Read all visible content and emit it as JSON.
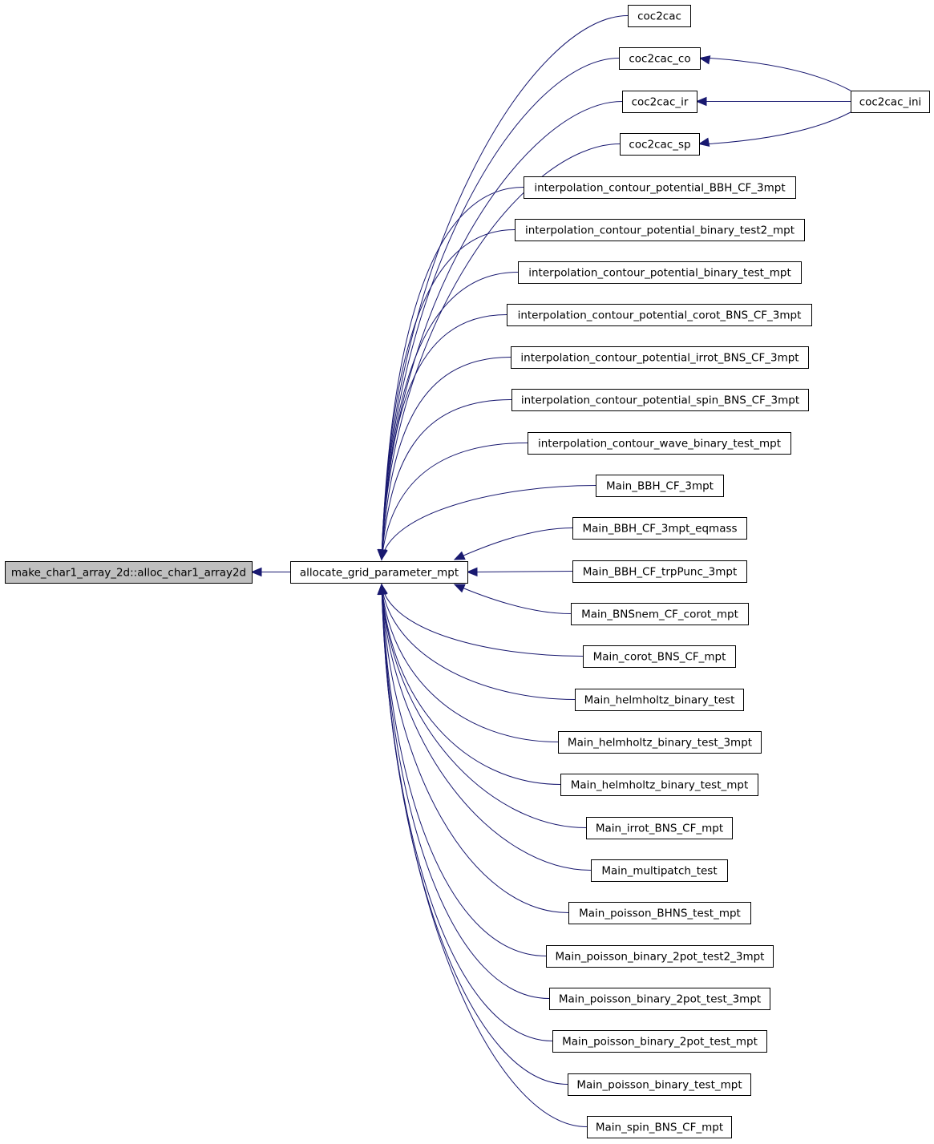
{
  "graph": {
    "edge_color": "#191970",
    "root_fill": "#bfbfbf",
    "nodes": [
      {
        "id": "root",
        "label": "make_char1_array_2d::alloc_char1_array2d",
        "highlighted": true
      },
      {
        "id": "agpm",
        "label": "allocate_grid_parameter_mpt"
      },
      {
        "id": "c2c",
        "label": "coc2cac"
      },
      {
        "id": "c2c_co",
        "label": "coc2cac_co"
      },
      {
        "id": "c2c_ir",
        "label": "coc2cac_ir"
      },
      {
        "id": "c2c_sp",
        "label": "coc2cac_sp"
      },
      {
        "id": "c2c_ini",
        "label": "coc2cac_ini"
      },
      {
        "id": "n1",
        "label": "interpolation_contour_potential_BBH_CF_3mpt"
      },
      {
        "id": "n2",
        "label": "interpolation_contour_potential_binary_test2_mpt"
      },
      {
        "id": "n3",
        "label": "interpolation_contour_potential_binary_test_mpt"
      },
      {
        "id": "n4",
        "label": "interpolation_contour_potential_corot_BNS_CF_3mpt"
      },
      {
        "id": "n5",
        "label": "interpolation_contour_potential_irrot_BNS_CF_3mpt"
      },
      {
        "id": "n6",
        "label": "interpolation_contour_potential_spin_BNS_CF_3mpt"
      },
      {
        "id": "n7",
        "label": "interpolation_contour_wave_binary_test_mpt"
      },
      {
        "id": "n8",
        "label": "Main_BBH_CF_3mpt"
      },
      {
        "id": "n9",
        "label": "Main_BBH_CF_3mpt_eqmass"
      },
      {
        "id": "n10",
        "label": "Main_BBH_CF_trpPunc_3mpt"
      },
      {
        "id": "n11",
        "label": "Main_BNSnem_CF_corot_mpt"
      },
      {
        "id": "n12",
        "label": "Main_corot_BNS_CF_mpt"
      },
      {
        "id": "n13",
        "label": "Main_helmholtz_binary_test"
      },
      {
        "id": "n14",
        "label": "Main_helmholtz_binary_test_3mpt"
      },
      {
        "id": "n15",
        "label": "Main_helmholtz_binary_test_mpt"
      },
      {
        "id": "n16",
        "label": "Main_irrot_BNS_CF_mpt"
      },
      {
        "id": "n17",
        "label": "Main_multipatch_test"
      },
      {
        "id": "n18",
        "label": "Main_poisson_BHNS_test_mpt"
      },
      {
        "id": "n19",
        "label": "Main_poisson_binary_2pot_test2_3mpt"
      },
      {
        "id": "n20",
        "label": "Main_poisson_binary_2pot_test_3mpt"
      },
      {
        "id": "n21",
        "label": "Main_poisson_binary_2pot_test_mpt"
      },
      {
        "id": "n22",
        "label": "Main_poisson_binary_test_mpt"
      },
      {
        "id": "n23",
        "label": "Main_spin_BNS_CF_mpt"
      }
    ],
    "edges": [
      {
        "from": "agpm",
        "to": "root"
      },
      {
        "from": "c2c",
        "to": "agpm"
      },
      {
        "from": "c2c_co",
        "to": "agpm"
      },
      {
        "from": "c2c_ir",
        "to": "agpm"
      },
      {
        "from": "c2c_sp",
        "to": "agpm"
      },
      {
        "from": "c2c_ini",
        "to": "c2c_co"
      },
      {
        "from": "c2c_ini",
        "to": "c2c_ir"
      },
      {
        "from": "c2c_ini",
        "to": "c2c_sp"
      },
      {
        "from": "n1",
        "to": "agpm"
      },
      {
        "from": "n2",
        "to": "agpm"
      },
      {
        "from": "n3",
        "to": "agpm"
      },
      {
        "from": "n4",
        "to": "agpm"
      },
      {
        "from": "n5",
        "to": "agpm"
      },
      {
        "from": "n6",
        "to": "agpm"
      },
      {
        "from": "n7",
        "to": "agpm"
      },
      {
        "from": "n8",
        "to": "agpm"
      },
      {
        "from": "n9",
        "to": "agpm"
      },
      {
        "from": "n10",
        "to": "agpm"
      },
      {
        "from": "n11",
        "to": "agpm"
      },
      {
        "from": "n12",
        "to": "agpm"
      },
      {
        "from": "n13",
        "to": "agpm"
      },
      {
        "from": "n14",
        "to": "agpm"
      },
      {
        "from": "n15",
        "to": "agpm"
      },
      {
        "from": "n16",
        "to": "agpm"
      },
      {
        "from": "n17",
        "to": "agpm"
      },
      {
        "from": "n18",
        "to": "agpm"
      },
      {
        "from": "n19",
        "to": "agpm"
      },
      {
        "from": "n20",
        "to": "agpm"
      },
      {
        "from": "n21",
        "to": "agpm"
      },
      {
        "from": "n22",
        "to": "agpm"
      },
      {
        "from": "n23",
        "to": "agpm"
      }
    ]
  }
}
